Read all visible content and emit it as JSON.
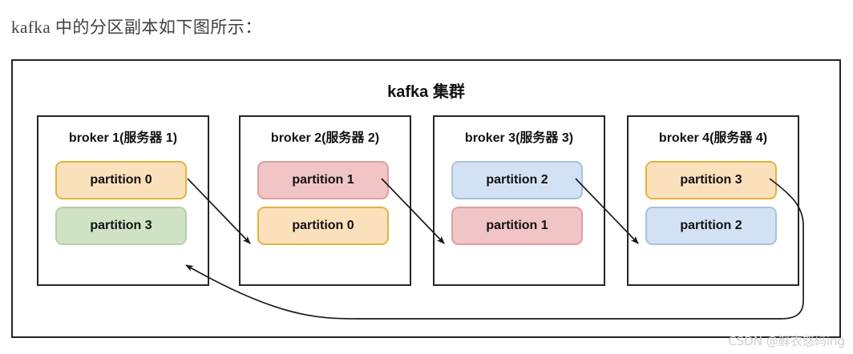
{
  "caption": "kafka 中的分区副本如下图所示：",
  "diagram": {
    "title": "kafka 集群",
    "brokers": [
      {
        "label": "broker 1(服务器 1)",
        "partitions": [
          {
            "label": "partition 0",
            "color_name": "orange",
            "fill": "#fbe0bc",
            "stroke": "#e2b33c"
          },
          {
            "label": "partition 3",
            "color_name": "green",
            "fill": "#cfe2c4",
            "stroke": "#b7cfa9"
          }
        ]
      },
      {
        "label": "broker 2(服务器 2)",
        "partitions": [
          {
            "label": "partition 1",
            "color_name": "red",
            "fill": "#f1c4c5",
            "stroke": "#dc9fa2"
          },
          {
            "label": "partition 0",
            "color_name": "orange",
            "fill": "#fbe0bc",
            "stroke": "#e2b33c"
          }
        ]
      },
      {
        "label": "broker 3(服务器 3)",
        "partitions": [
          {
            "label": "partition 2",
            "color_name": "blue",
            "fill": "#d3e1f4",
            "stroke": "#a8c0dd"
          },
          {
            "label": "partition 1",
            "color_name": "red",
            "fill": "#f1c4c5",
            "stroke": "#dc9fa2"
          }
        ]
      },
      {
        "label": "broker 4(服务器 4)",
        "partitions": [
          {
            "label": "partition 3",
            "color_name": "orange",
            "fill": "#fbe0bc",
            "stroke": "#e2b33c"
          },
          {
            "label": "partition 2",
            "color_name": "blue",
            "fill": "#d3e1f4",
            "stroke": "#a8c0dd"
          }
        ]
      }
    ],
    "replication_arrows": [
      {
        "from": "broker 1 / partition 0",
        "to": "broker 2 / partition 0",
        "style": "straight"
      },
      {
        "from": "broker 2 / partition 1",
        "to": "broker 3 / partition 1",
        "style": "straight"
      },
      {
        "from": "broker 3 / partition 2",
        "to": "broker 4 / partition 2",
        "style": "straight"
      },
      {
        "from": "broker 4 / partition 3",
        "to": "broker 1 / partition 3",
        "style": "wrap-around"
      }
    ],
    "colors": {
      "frame_stroke": "#262626",
      "arrow_stroke": "#1a1a1a",
      "background": "#ffffff"
    }
  },
  "watermark": "CSDN @鲜衣怒码ing"
}
